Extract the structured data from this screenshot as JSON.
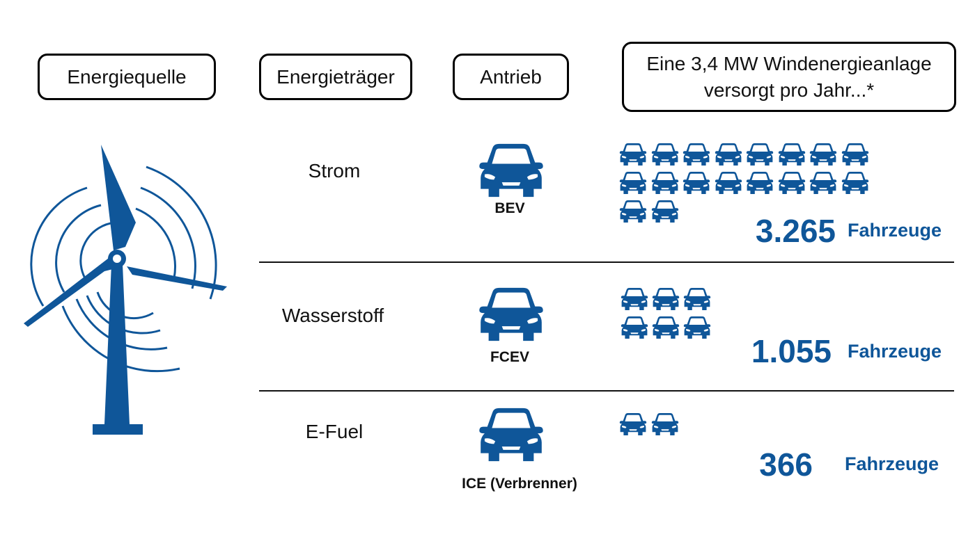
{
  "headers": {
    "source": "Energiequelle",
    "carrier": "Energieträger",
    "drive": "Antrieb",
    "supply_line1": "Eine 3,4 MW Windenergieanlage",
    "supply_line2": "versorgt pro Jahr...*"
  },
  "accent_color": "#0f5699",
  "rows": [
    {
      "carrier": "Strom",
      "drive": "BEV",
      "count": "3.265",
      "unit": "Fahrzeuge",
      "icon_count": 18
    },
    {
      "carrier": "Wasserstoff",
      "drive": "FCEV",
      "count": "1.055",
      "unit": "Fahrzeuge",
      "icon_count": 6
    },
    {
      "carrier": "E-Fuel",
      "drive": "ICE (Verbrenner)",
      "count": "366",
      "unit": "Fahrzeuge",
      "icon_count": 2
    }
  ],
  "icons": {
    "source": "wind-turbine-icon",
    "vehicle": "car-icon"
  }
}
